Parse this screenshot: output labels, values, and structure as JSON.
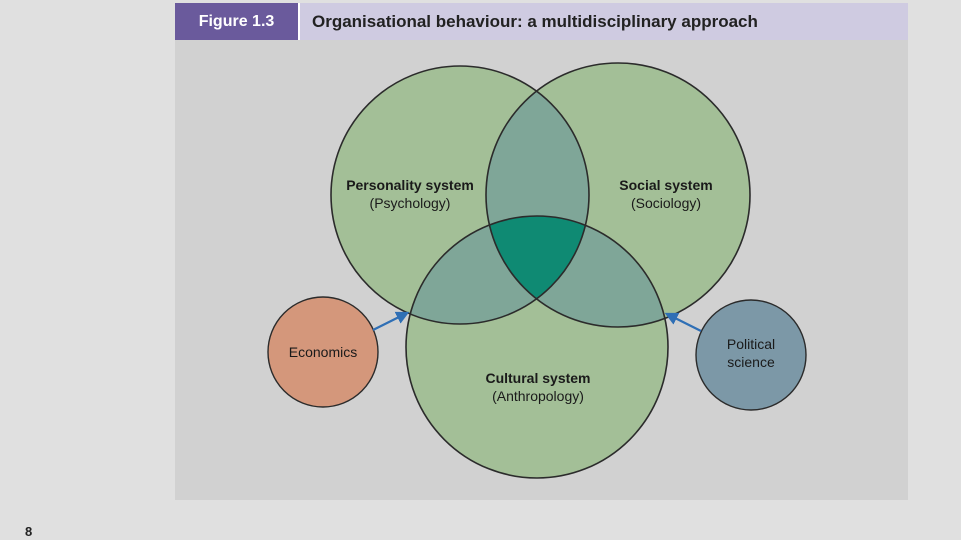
{
  "figure": {
    "label": "Figure 1.3",
    "title": "Organisational behaviour: a multidisciplinary approach"
  },
  "circles": {
    "personality": {
      "title": "Personality system",
      "subtitle": "(Psychology)"
    },
    "social": {
      "title": "Social system",
      "subtitle": "(Sociology)"
    },
    "cultural": {
      "title": "Cultural system",
      "subtitle": "(Anthropology)"
    },
    "economics": {
      "label": "Economics"
    },
    "political": {
      "line1": "Political",
      "line2": "science"
    }
  },
  "colors": {
    "main_circle_fill": "#a3bf97",
    "overlap_two": "#7fa698",
    "overlap_center": "#0f8a73",
    "economics_fill": "#d4977b",
    "political_fill": "#7c98a7",
    "arrow": "#2f6fb5",
    "header_label_bg": "#6a5a9c",
    "header_title_bg": "#cfcbe1"
  },
  "page": {
    "number": "8"
  }
}
